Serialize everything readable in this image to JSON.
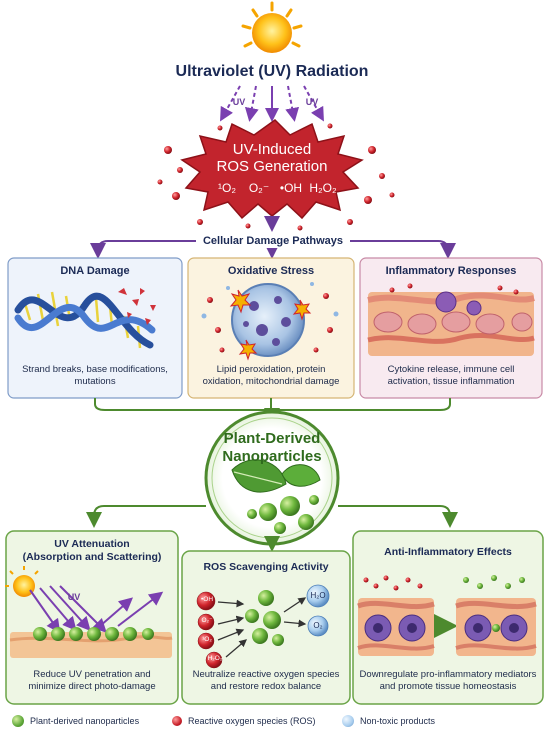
{
  "top": {
    "title": "Ultraviolet (UV) Radiation",
    "uv_label_left": "UV",
    "uv_label_right": "UV",
    "burst_line1": "UV-Induced",
    "burst_line2": "ROS Generation",
    "species": [
      "¹O₂",
      "O₂⁻",
      "•OH",
      "H₂O₂"
    ]
  },
  "damage": {
    "heading": "Cellular Damage Pathways",
    "panels": [
      {
        "title": "DNA Damage",
        "caption": [
          "Strand breaks, base modifications,",
          "mutations"
        ]
      },
      {
        "title": "Oxidative Stress",
        "caption": [
          "Lipid peroxidation, protein",
          "oxidation, mitochondrial damage"
        ]
      },
      {
        "title": "Inflammatory Responses",
        "caption": [
          "Cytokine release, immune cell",
          "activation, tissue inflammation"
        ]
      }
    ]
  },
  "center": {
    "line1": "Plant-Derived",
    "line2": "Nanoparticles"
  },
  "protection": {
    "panels": [
      {
        "title": [
          "UV Attenuation",
          "(Absorption and Scattering)"
        ],
        "inner_label": "UV",
        "caption": [
          "Reduce UV penetration and",
          "minimize direct photo-damage"
        ]
      },
      {
        "title": [
          "ROS Scavenging Activity"
        ],
        "ros_labels": [
          "•OH",
          "O₂⁻",
          "¹O₂",
          "H₂O₂"
        ],
        "products": [
          "H₂O",
          "O₂"
        ],
        "caption": [
          "Neutralize reactive oxygen species",
          "and restore redox balance"
        ]
      },
      {
        "title": [
          "Anti-Inflammatory Effects"
        ],
        "caption": [
          "Downregulate pro-inflammatory mediators",
          "and promote tissue homeostasis"
        ]
      }
    ]
  },
  "legend": [
    {
      "label": "Plant-derived nanoparticles",
      "color": "#5fa83a"
    },
    {
      "label": "Reactive oxygen species (ROS)",
      "color": "#c8202a"
    },
    {
      "label": "Non-toxic products",
      "color": "#7fb3e0"
    }
  ],
  "colors": {
    "purple": "#6a3d9a",
    "green": "#4d8a2e",
    "red": "#c0262f",
    "navy": "#1b2a55"
  }
}
